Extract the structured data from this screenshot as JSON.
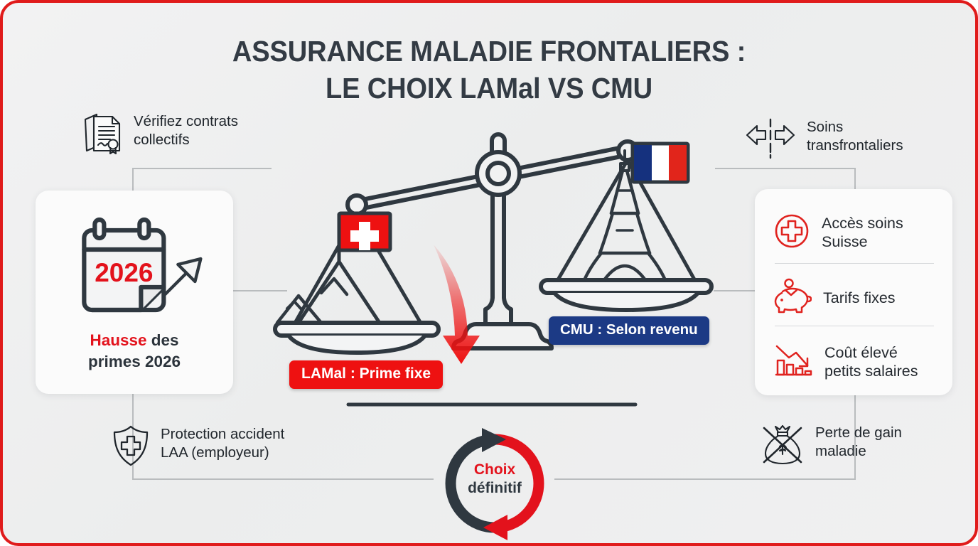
{
  "frame": {
    "border_color": "#e01b1b",
    "background": "#eceded"
  },
  "title": {
    "line1": "ASSURANCE MALADIE FRONTALIERS :",
    "line2": "LE CHOIX LAMal VS CMU",
    "color": "#333b44"
  },
  "annotations": {
    "top_left": {
      "icon": "documents-certificate-icon",
      "line1": "Vérifiez contrats",
      "line2": "collectifs"
    },
    "top_right": {
      "icon": "cross-border-arrows-icon",
      "line1": "Soins",
      "line2": "transfrontaliers"
    },
    "bottom_left": {
      "icon": "shield-cross-icon",
      "line1": "Protection accident",
      "line2": "LAA (employeur)"
    },
    "bottom_right": {
      "icon": "money-bag-crossed-icon",
      "line1": "Perte de gain",
      "line2": "maladie"
    }
  },
  "card_left": {
    "icon": "calendar-arrow-up-icon",
    "calendar_year": "2026",
    "caption_highlight": "Hausse",
    "caption_rest": " des",
    "caption_line2": "primes 2026",
    "highlight_color": "#e3121c"
  },
  "card_right": {
    "items": [
      {
        "icon": "medical-cross-circle-icon",
        "line1": "Accès soins",
        "line2": "Suisse"
      },
      {
        "icon": "piggy-bank-icon",
        "line1": "Tarifs fixes",
        "line2": ""
      },
      {
        "icon": "declining-bar-chart-icon",
        "line1": "Coût élevé",
        "line2": "petits salaires"
      }
    ],
    "accent_color": "#e0231f"
  },
  "scale": {
    "left_pan": {
      "icon": "swiss-mountains-icon",
      "flag": "swiss-flag",
      "flag_colors": [
        "#ee1111",
        "#ffffff"
      ]
    },
    "right_pan": {
      "icon": "eiffel-tower-icon",
      "flag": "french-flag",
      "flag_colors": [
        "#15317e",
        "#ffffff",
        "#e1251b"
      ]
    },
    "arrow": "red-down-arrow-icon",
    "stroke_color": "#2f3840"
  },
  "badges": {
    "lamal": {
      "text": "LAMal : Prime fixe",
      "color": "#ee1111"
    },
    "cmu": {
      "text": "CMU : Selon revenu",
      "color": "#1c3a85"
    }
  },
  "choice": {
    "icon": "circular-arrows-icon",
    "line1": "Choix",
    "line2": "définitif",
    "line1_color": "#e3121c",
    "line2_color": "#2f3840"
  }
}
